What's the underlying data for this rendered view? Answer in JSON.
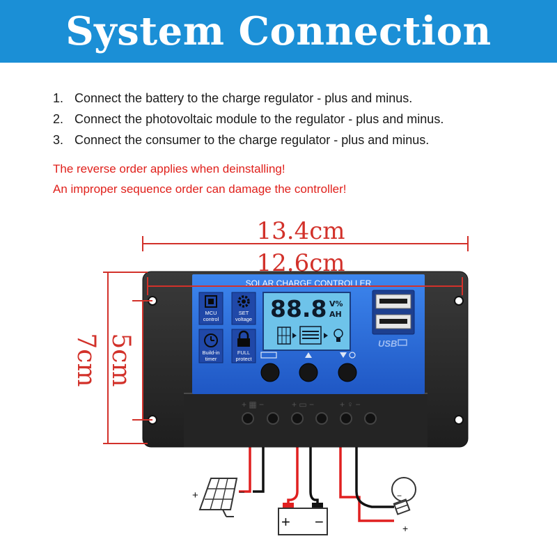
{
  "title": "System Connection",
  "steps": [
    {
      "num": "1.",
      "text": "Connect the battery to the charge regulator - plus and minus."
    },
    {
      "num": "2.",
      "text": "Connect the photovoltaic module to the regulator - plus and minus."
    },
    {
      "num": "3.",
      "text": "Connect the consumer to the charge regulator - plus and minus."
    }
  ],
  "warnings": [
    "The reverse order applies when deinstalling!",
    "An improper sequence order can damage the controller!"
  ],
  "dimensions": {
    "outer_width": "13.4cm",
    "inner_width": "12.6cm",
    "outer_height": "7cm",
    "inner_height": "5cm"
  },
  "controller": {
    "label": "SOLAR CHARGE CONTROLLER",
    "display_digits": "88.8",
    "display_unit_top": "V%",
    "display_unit_bottom": "AH",
    "usb_label": "USB",
    "features": [
      {
        "icon": "mcu-chip-icon",
        "line1": "MCU",
        "line2": "control"
      },
      {
        "icon": "gear-icon",
        "line1": "SET",
        "line2": "voltage"
      },
      {
        "icon": "clock-icon",
        "line1": "Build-in",
        "line2": "timer"
      },
      {
        "icon": "padlock-icon",
        "line1": "FULL",
        "line2": "protect"
      }
    ]
  },
  "terminals": {
    "plus": "+",
    "minus": "−"
  },
  "colors": {
    "banner": "#1b8fd6",
    "warning_text": "#e0201b",
    "dimension": "#d2312a",
    "panel_blue": "#2f6fd8",
    "lcd": "#6ec3ea",
    "housing": "#2b2b2b",
    "wire_red": "#e02020",
    "wire_black": "#111111"
  }
}
